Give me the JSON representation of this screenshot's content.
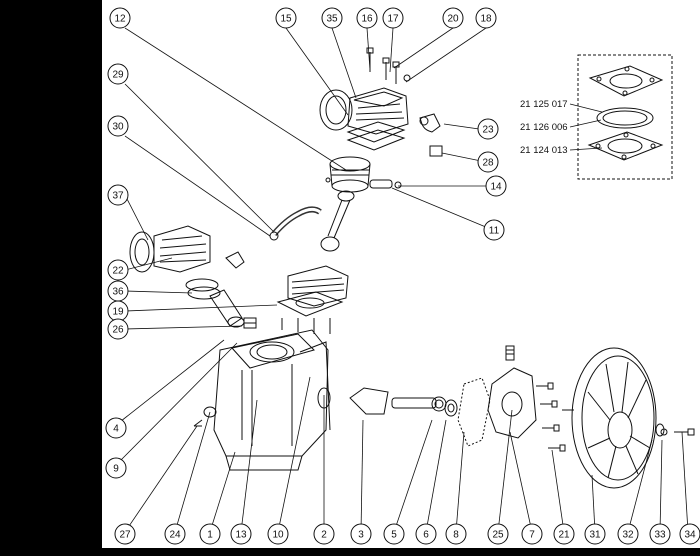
{
  "diagram": {
    "callouts": [
      {
        "id": "c12",
        "label": "12"
      },
      {
        "id": "c15",
        "label": "15"
      },
      {
        "id": "c35",
        "label": "35"
      },
      {
        "id": "c16",
        "label": "16"
      },
      {
        "id": "c17",
        "label": "17"
      },
      {
        "id": "c20",
        "label": "20"
      },
      {
        "id": "c18",
        "label": "18"
      },
      {
        "id": "c29",
        "label": "29"
      },
      {
        "id": "c30",
        "label": "30"
      },
      {
        "id": "c23",
        "label": "23"
      },
      {
        "id": "c28",
        "label": "28"
      },
      {
        "id": "c14",
        "label": "14"
      },
      {
        "id": "c37",
        "label": "37"
      },
      {
        "id": "c11",
        "label": "11"
      },
      {
        "id": "c22",
        "label": "22"
      },
      {
        "id": "c36",
        "label": "36"
      },
      {
        "id": "c19",
        "label": "19"
      },
      {
        "id": "c26",
        "label": "26"
      },
      {
        "id": "c4",
        "label": "4"
      },
      {
        "id": "c9",
        "label": "9"
      },
      {
        "id": "c27",
        "label": "27"
      },
      {
        "id": "c24",
        "label": "24"
      },
      {
        "id": "c1",
        "label": "1"
      },
      {
        "id": "c13",
        "label": "13"
      },
      {
        "id": "c10",
        "label": "10"
      },
      {
        "id": "c2",
        "label": "2"
      },
      {
        "id": "c3",
        "label": "3"
      },
      {
        "id": "c5",
        "label": "5"
      },
      {
        "id": "c6",
        "label": "6"
      },
      {
        "id": "c8",
        "label": "8"
      },
      {
        "id": "c25",
        "label": "25"
      },
      {
        "id": "c7",
        "label": "7"
      },
      {
        "id": "c21",
        "label": "21"
      },
      {
        "id": "c31",
        "label": "31"
      },
      {
        "id": "c32",
        "label": "32"
      },
      {
        "id": "c33",
        "label": "33"
      },
      {
        "id": "c34",
        "label": "34"
      }
    ],
    "inset_labels": [
      "21 125 017",
      "21 126 006",
      "21 124 013"
    ],
    "colors": {
      "ink": "#111111",
      "background": "#ffffff",
      "frame": "#000000"
    }
  }
}
